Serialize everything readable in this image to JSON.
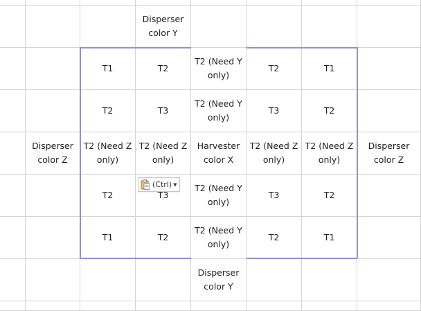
{
  "sheet": {
    "rows": [
      [
        "",
        "",
        "",
        "Disperser\ncolor Y",
        "",
        "",
        "",
        ""
      ],
      [
        "",
        "",
        "T1",
        "T2",
        "T2 (Need Y\nonly)",
        "T2",
        "T1",
        ""
      ],
      [
        "",
        "",
        "T2",
        "T3",
        "T2 (Need Y\nonly)",
        "T3",
        "T2",
        ""
      ],
      [
        "",
        "Disperser\ncolor Z",
        "T2 (Need Z\nonly)",
        "T2 (Need Z\nonly)",
        "Harvester\ncolor X",
        "T2 (Need Z\nonly)",
        "T2 (Need Z\nonly)",
        "Disperser\ncolor Z"
      ],
      [
        "",
        "",
        "T2",
        "T3",
        "T2 (Need Y\nonly)",
        "T3",
        "T2",
        ""
      ],
      [
        "",
        "",
        "T1",
        "T2",
        "T2 (Need Y\nonly)",
        "T2",
        "T1",
        ""
      ],
      [
        "",
        "",
        "",
        "",
        "Disperser\ncolor Y",
        "",
        "",
        ""
      ],
      [
        "",
        "",
        "",
        "",
        "",
        "",
        "",
        ""
      ]
    ],
    "gridline_color": "#d4d4d4",
    "border_color": "#9e8bc6"
  },
  "paste_options": {
    "label": "(Ctrl)",
    "icon": "clipboard-paste-icon",
    "dropdown_icon": "dropdown-arrow-icon"
  }
}
